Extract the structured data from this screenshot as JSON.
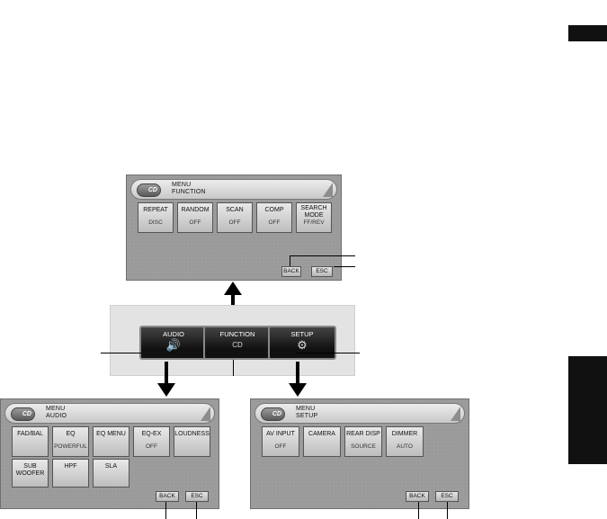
{
  "function_screen": {
    "title_line1": "MENU",
    "title_line2": "FUNCTION",
    "disc_label": "CD",
    "buttons": [
      {
        "label": "REPEAT",
        "value": "DISC"
      },
      {
        "label": "RANDOM",
        "value": "OFF"
      },
      {
        "label": "SCAN",
        "value": "OFF"
      },
      {
        "label": "COMP",
        "value": "OFF"
      },
      {
        "label": "SEARCH\nMODE",
        "value": "FF/REV"
      }
    ],
    "back_label": "BACK",
    "esc_label": "ESC"
  },
  "main_menu": {
    "audio_label": "AUDIO",
    "function_label": "FUNCTION",
    "setup_label": "SETUP",
    "function_disc": "CD"
  },
  "audio_screen": {
    "title_line1": "MENU",
    "title_line2": "AUDIO",
    "disc_label": "CD",
    "buttons_row1": [
      {
        "label": "FAD/BAL",
        "value": ""
      },
      {
        "label": "EQ",
        "value": "POWERFUL"
      },
      {
        "label": "EQ MENU",
        "value": ""
      },
      {
        "label": "EQ-EX",
        "value": "OFF"
      },
      {
        "label": "LOUDNESS",
        "value": ""
      }
    ],
    "buttons_row2": [
      {
        "label": "SUB\nWOOFER",
        "value": ""
      },
      {
        "label": "HPF",
        "value": ""
      },
      {
        "label": "SLA",
        "value": ""
      }
    ],
    "back_label": "BACK",
    "esc_label": "ESC"
  },
  "setup_screen": {
    "title_line1": "MENU",
    "title_line2": "SETUP",
    "disc_label": "CD",
    "buttons": [
      {
        "label": "AV INPUT",
        "value": "OFF"
      },
      {
        "label": "CAMERA",
        "value": ""
      },
      {
        "label": "REAR DISP",
        "value": "SOURCE"
      },
      {
        "label": "DIMMER",
        "value": "AUTO"
      }
    ],
    "back_label": "BACK",
    "esc_label": "ESC"
  }
}
